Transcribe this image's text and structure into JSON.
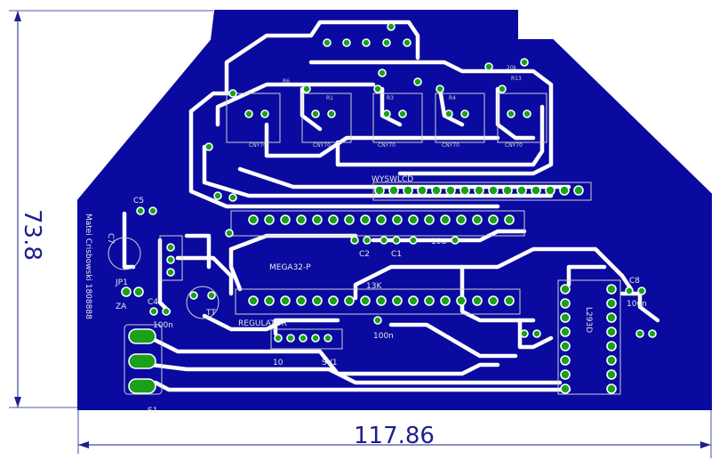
{
  "board": {
    "title_text": "Matei Crisbowski 1808888",
    "height_label": "73.8",
    "width_label": "117.86",
    "colors": {
      "copper": "#0a0aa0",
      "trace": "#ffffff",
      "pad": "#1aa01a",
      "dimension": "#1d1f8f",
      "silkscreen": "#e8e8e8"
    }
  },
  "labels": {
    "c5": "C5",
    "c7": "C7",
    "jp1": "JP1",
    "za": "ZA",
    "c4": "C4",
    "v100n_left": "100n",
    "tt": "TT",
    "s1": "S1",
    "c2": "C2",
    "c1": "C1",
    "l10u": "10u",
    "mega": "MEGA32-P",
    "k13": "13K",
    "v100n_mid": "100n",
    "reg": "REGULATOR",
    "ten": "10",
    "sv1": "SV1",
    "wysw": "WYSWLCD",
    "l293d": "L293D",
    "c8": "C8",
    "v100n_right": "100n",
    "r6": "R6",
    "r13": "R13",
    "k20": "20k",
    "cny70": "CNY70",
    "r1": "R1",
    "r3": "R3",
    "r4": "R4"
  }
}
